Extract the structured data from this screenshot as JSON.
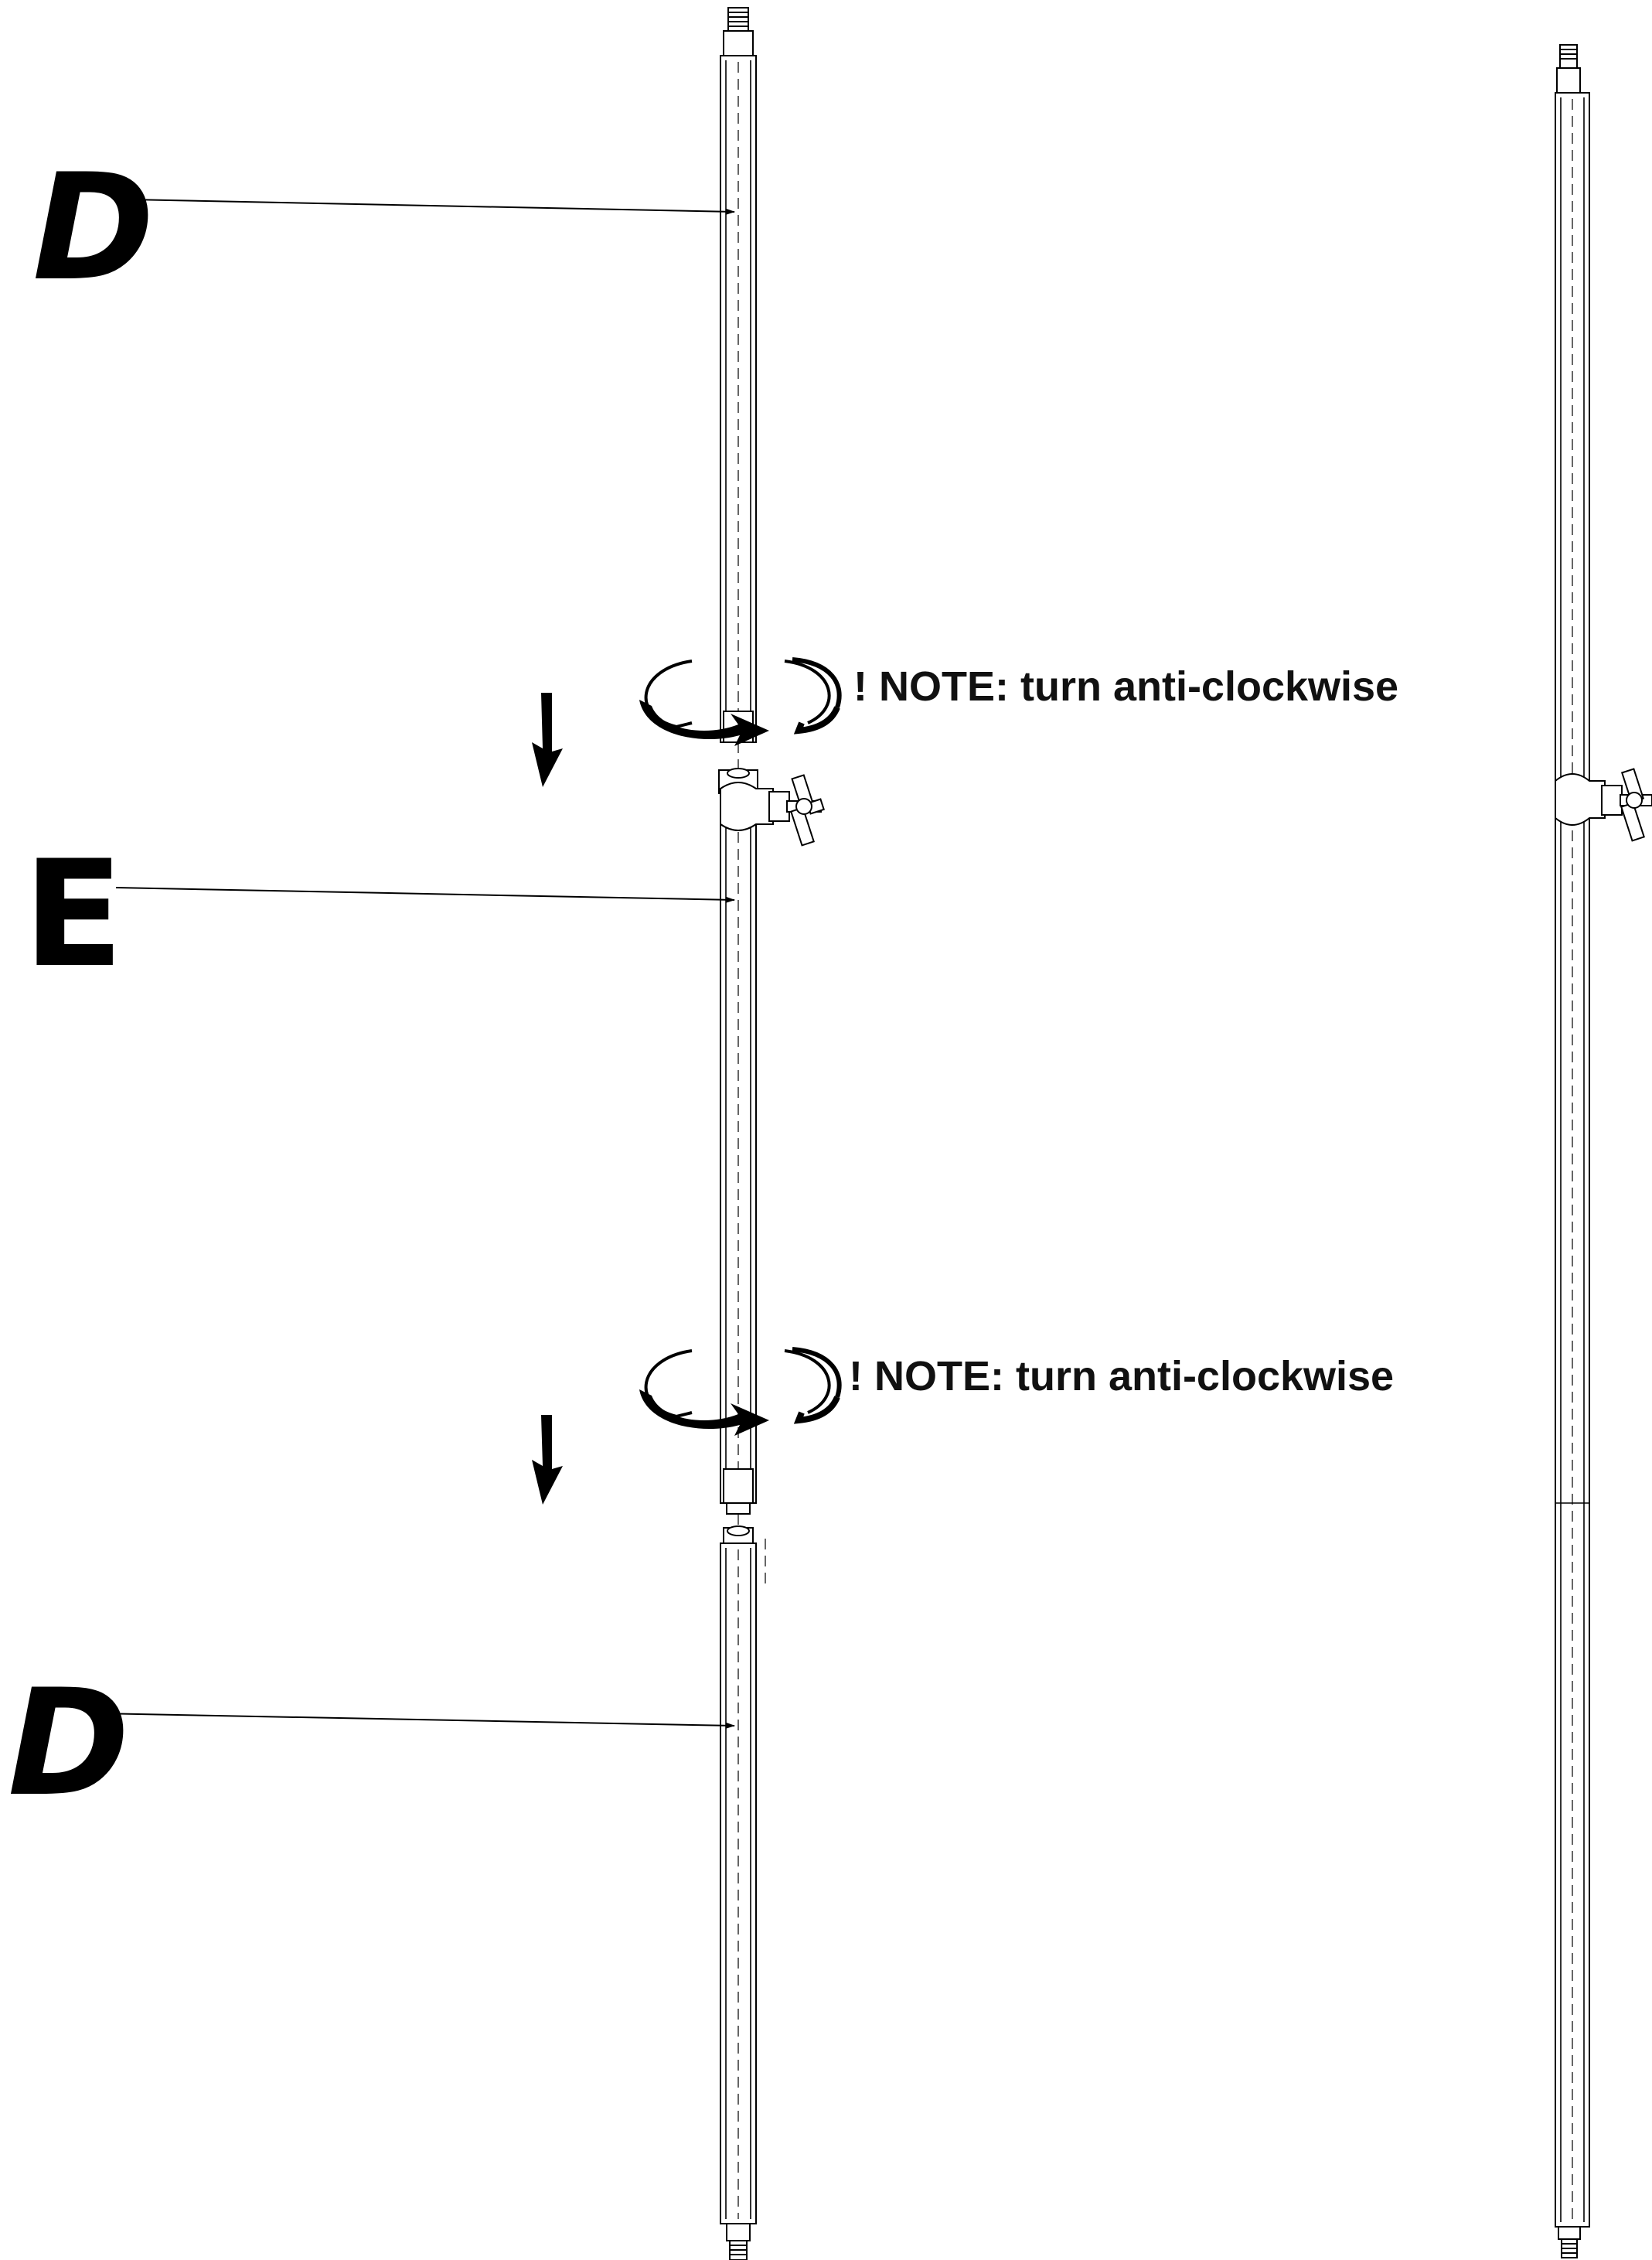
{
  "labels": {
    "top_part": "D",
    "middle_part": "E",
    "bottom_part": "D"
  },
  "notes": [
    {
      "text": "! NOTE: turn anti-clockwise"
    },
    {
      "text": "! NOTE: turn anti-clockwise"
    }
  ],
  "icons": {
    "rotation": "rotate-anticlockwise-icon",
    "direction": "arrow-down-icon"
  },
  "colors": {
    "line": "#000000",
    "background": "#ffffff"
  }
}
